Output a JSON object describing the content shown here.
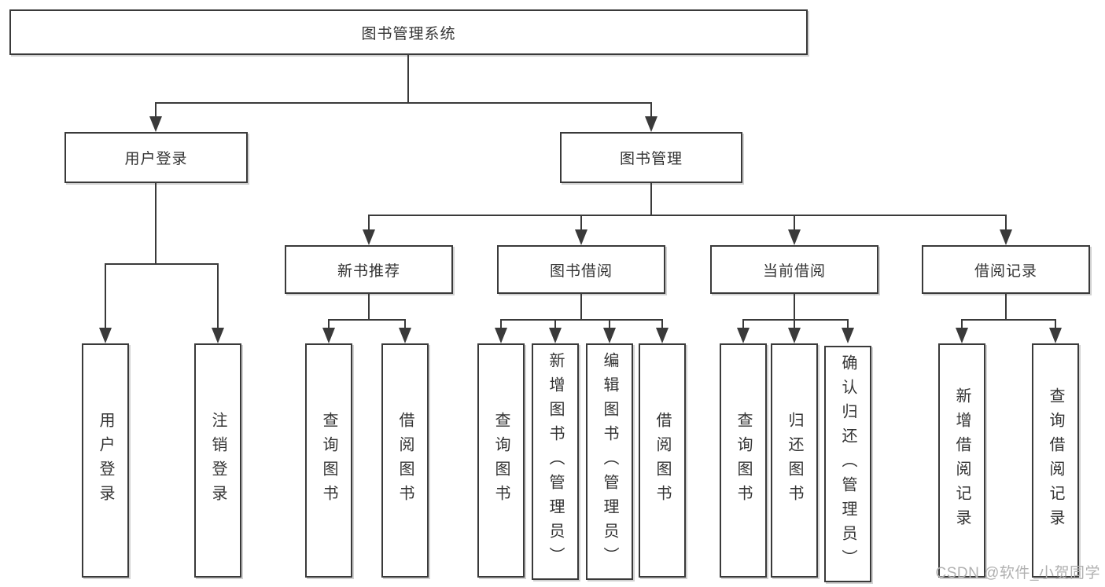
{
  "diagram": {
    "root": {
      "label": "图书管理系统"
    },
    "level2": [
      {
        "label": "用户登录",
        "children": [
          {
            "label": "用户登录"
          },
          {
            "label": "注销登录"
          }
        ]
      },
      {
        "label": "图书管理",
        "children": [
          {
            "label": "新书推荐",
            "children": [
              {
                "label": "查询图书"
              },
              {
                "label": "借阅图书"
              }
            ]
          },
          {
            "label": "图书借阅",
            "children": [
              {
                "label": "查询图书"
              },
              {
                "label": "新增图书（管理员）"
              },
              {
                "label": "编辑图书（管理员）"
              },
              {
                "label": "借阅图书"
              }
            ]
          },
          {
            "label": "当前借阅",
            "children": [
              {
                "label": "查询图书"
              },
              {
                "label": "归还图书"
              },
              {
                "label": "确认归还（管理员）"
              }
            ]
          },
          {
            "label": "借阅记录",
            "children": [
              {
                "label": "新增借阅记录"
              },
              {
                "label": "查询借阅记录"
              }
            ]
          }
        ]
      }
    ]
  },
  "watermark": {
    "text": "CSDN @软件_小贺同学"
  },
  "colors": {
    "line": "#3a3a3a",
    "text": "#333333",
    "background": "#ffffff",
    "watermark": "#b0b0b0"
  }
}
